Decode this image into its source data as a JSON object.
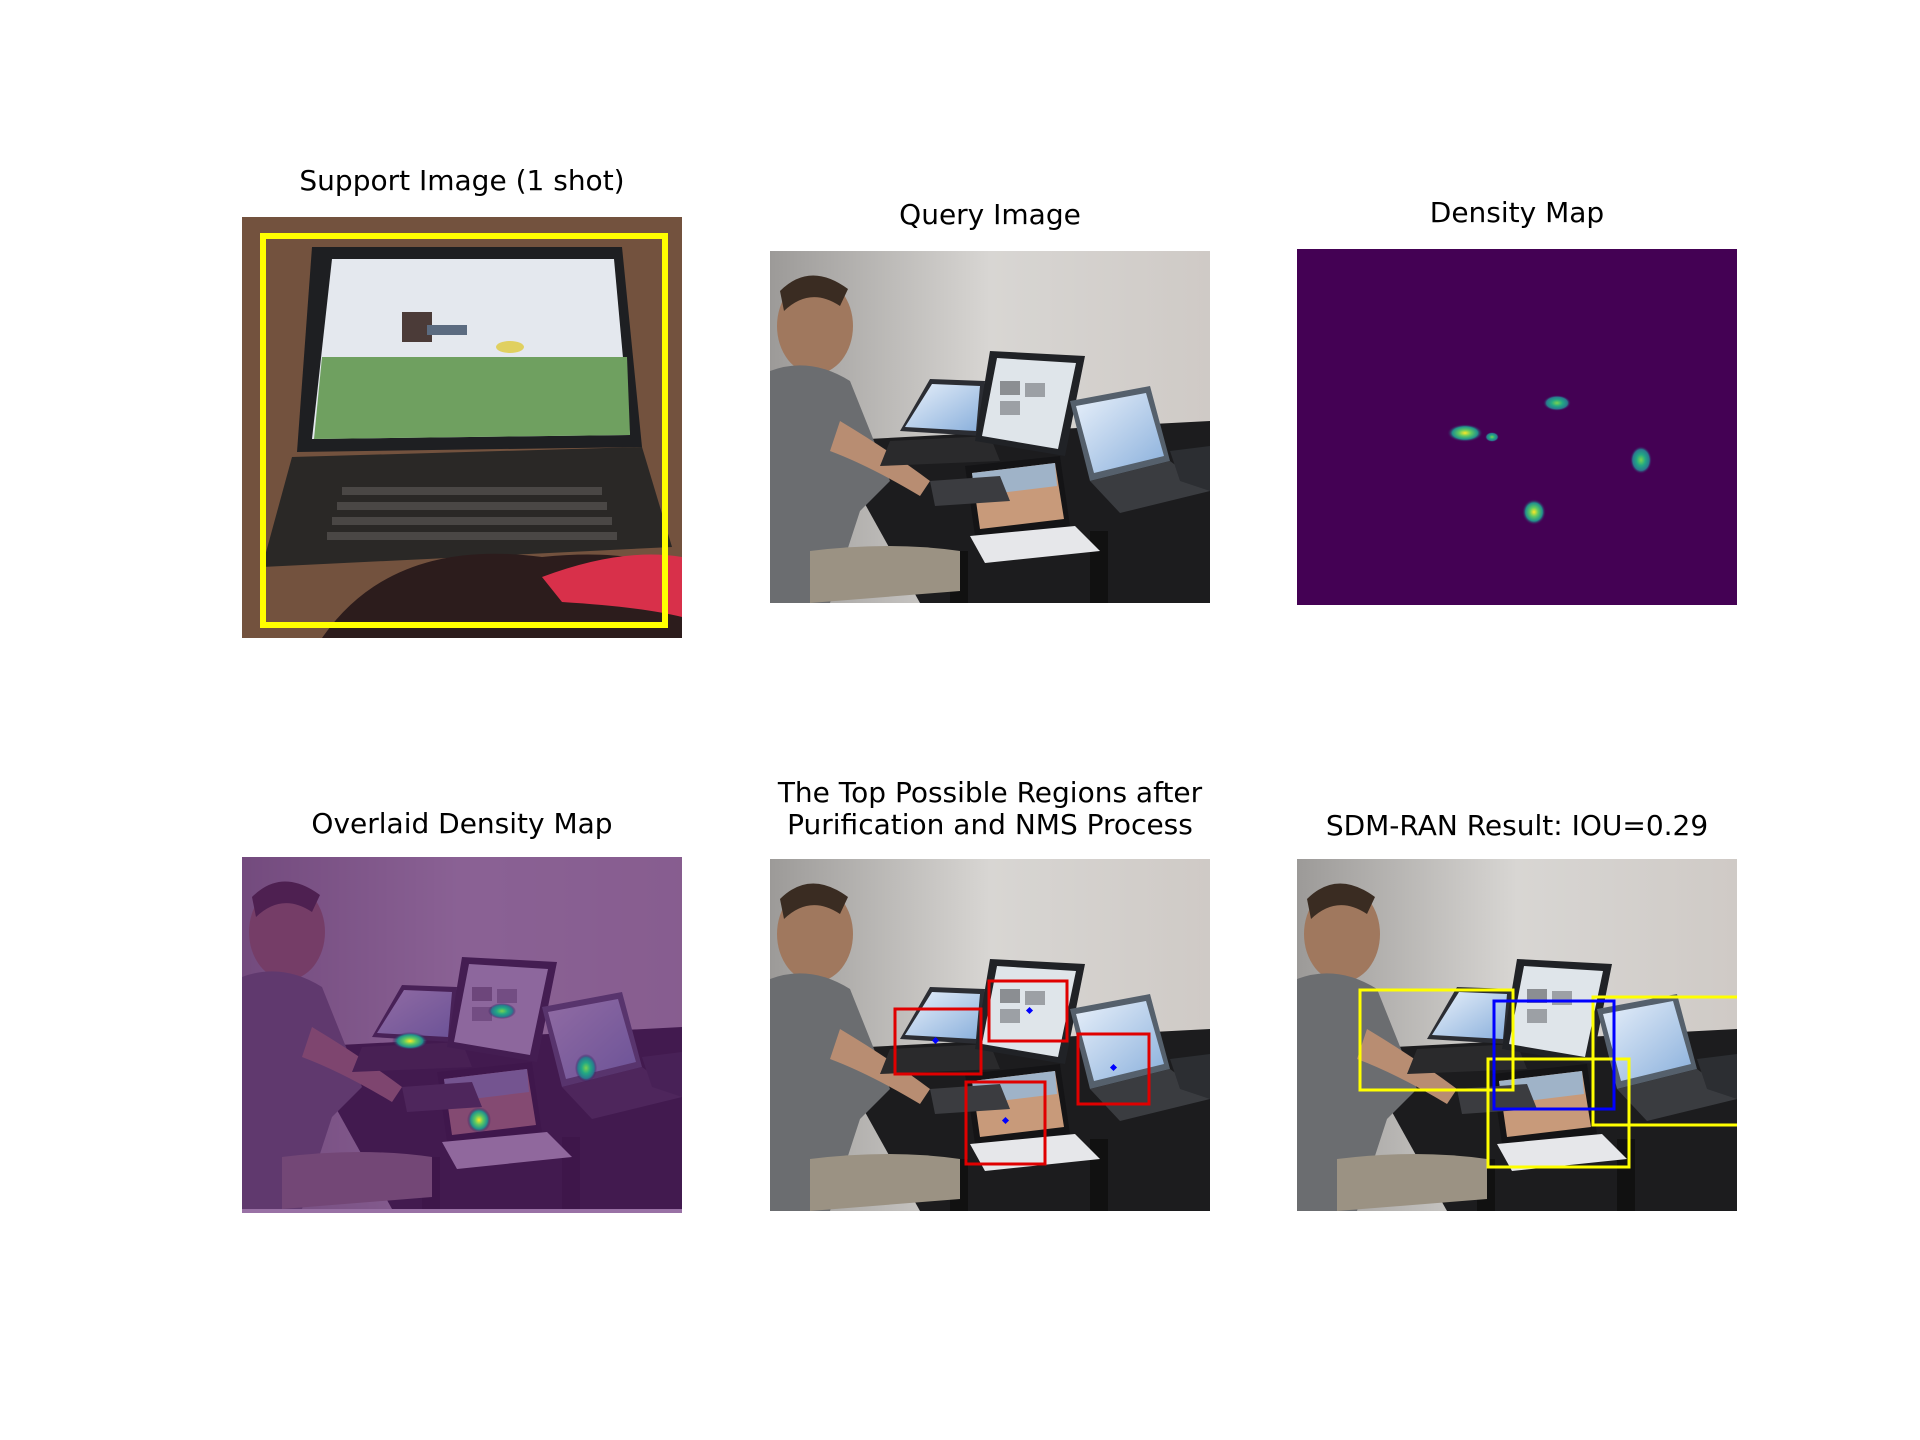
{
  "figure": {
    "panels": [
      {
        "id": "support",
        "title": "Support Image (1 shot)"
      },
      {
        "id": "query",
        "title": "Query Image"
      },
      {
        "id": "density",
        "title": "Density Map"
      },
      {
        "id": "overlaid",
        "title": "Overlaid Density Map"
      },
      {
        "id": "regions",
        "title": "The Top Possible Regions after\nPurification and NMS Process"
      },
      {
        "id": "result",
        "title": "SDM-RAN Result: IOU=0.29"
      }
    ]
  },
  "colors": {
    "support_box": "#ffff00",
    "region_box": "#e00000",
    "region_center": "#0000ff",
    "prediction_box": "#ffff00",
    "ground_truth_box": "#0000ff",
    "density_background": "#440154"
  }
}
